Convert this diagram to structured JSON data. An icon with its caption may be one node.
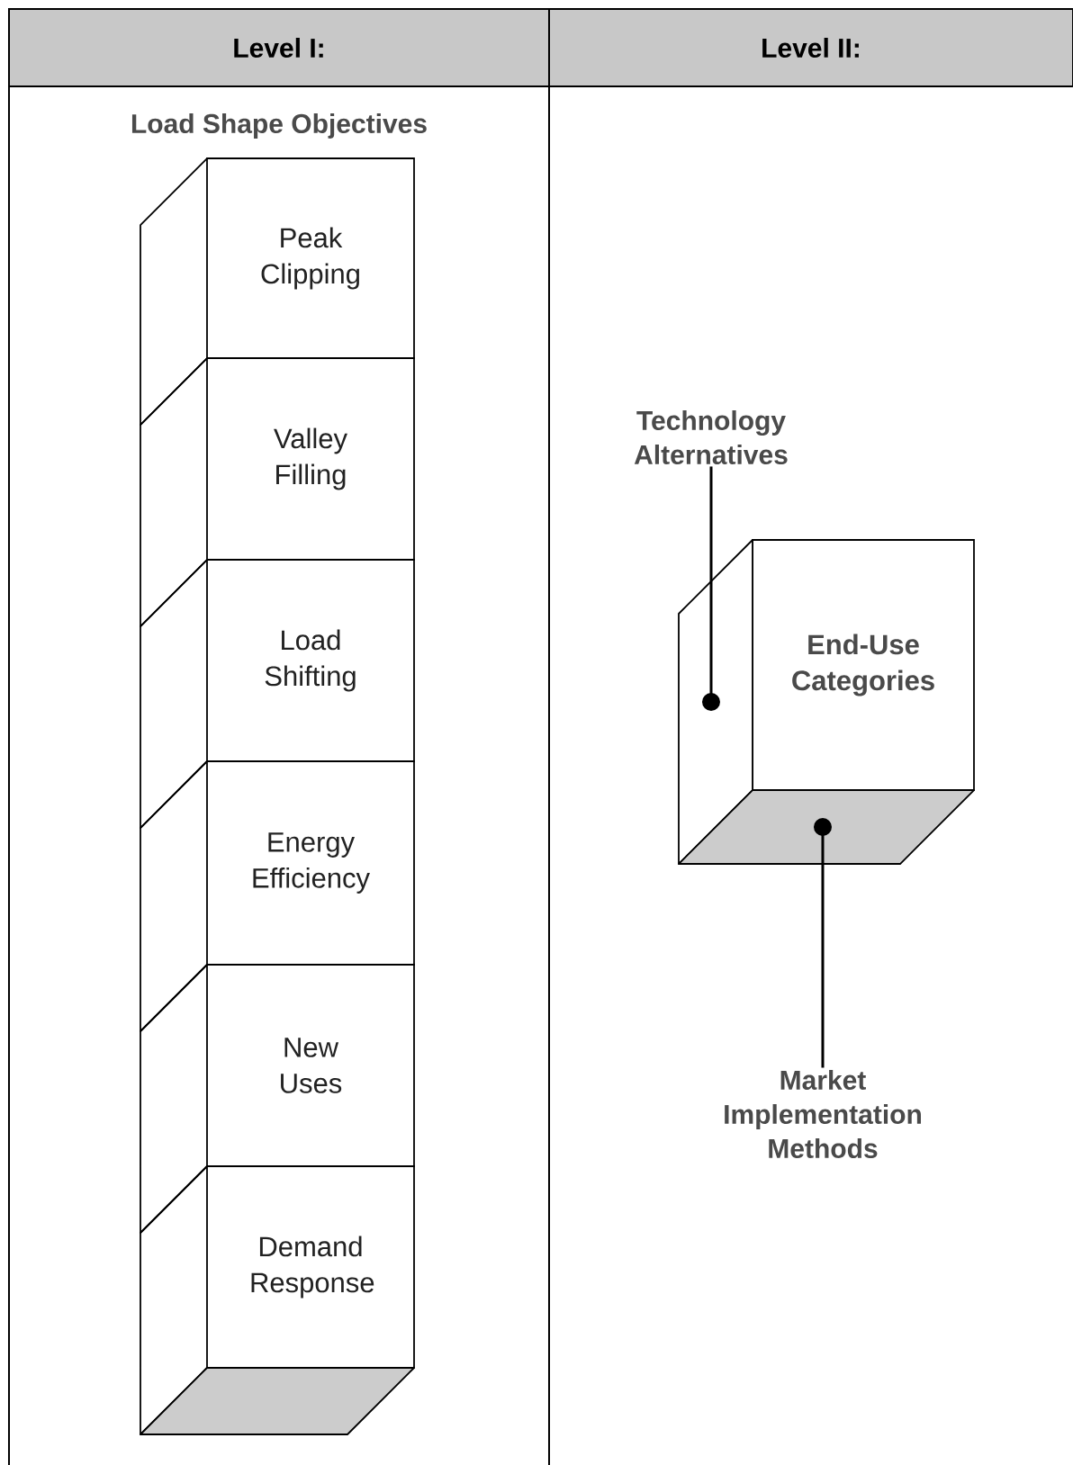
{
  "diagram": {
    "nodes": [
      {
        "text": [
          "Level I:"
        ]
      },
      {
        "text": [
          "Level II:"
        ]
      },
      {
        "text": [
          "Peak Clipping"
        ]
      },
      {
        "text": [
          "Valley Filling"
        ]
      },
      {
        "text": [
          "Load Shifting"
        ]
      },
      {
        "text": [
          "Energy Efficiency"
        ]
      },
      {
        "text": [
          "New Uses"
        ]
      },
      {
        "text": [
          "Demand Response"
        ]
      },
      {
        "text": [
          "Technology Alternatives"
        ]
      },
      {
        "text": [
          "End-Use Categories"
        ]
      },
      {
        "text": [],
        "shape": "parallelogram"
      },
      {
        "text": [],
        "shape": "parallelogram"
      },
      {
        "text": [
          "Market Implementation Methods"
        ]
      },
      {
        "text": [],
        "shape": "parallelogram"
      }
    ],
    "edges": [
      {
        "from": 8,
        "to": 10,
        "arrow": "other"
      },
      {
        "from": 12,
        "to": 11,
        "arrow": "other"
      }
    ],
    "labels": [
      "Load Shape Objectives"
    ]
  }
}
